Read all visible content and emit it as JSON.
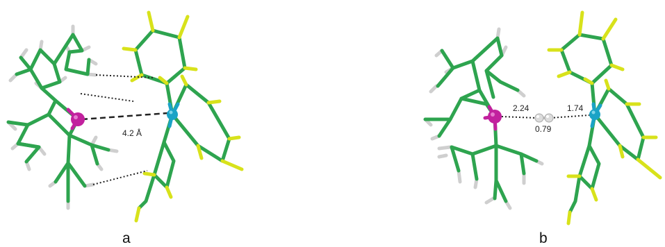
{
  "panels": [
    {
      "label": "a",
      "distance_labels": [
        "4.2 Å"
      ]
    },
    {
      "label": "b",
      "distance_labels": [
        "2.24",
        "1.74",
        "0.79"
      ]
    }
  ],
  "colors": {
    "carbon": "#2ea44f",
    "carbon_dark": "#1f7a3a",
    "hydrogen": "#e8e8e8",
    "fluorine": "#d8e21b",
    "phosphorus": "#c2219e",
    "boron": "#1aa3c6",
    "h2_atom": "#dcdcdc",
    "contact_line": "#222222"
  }
}
